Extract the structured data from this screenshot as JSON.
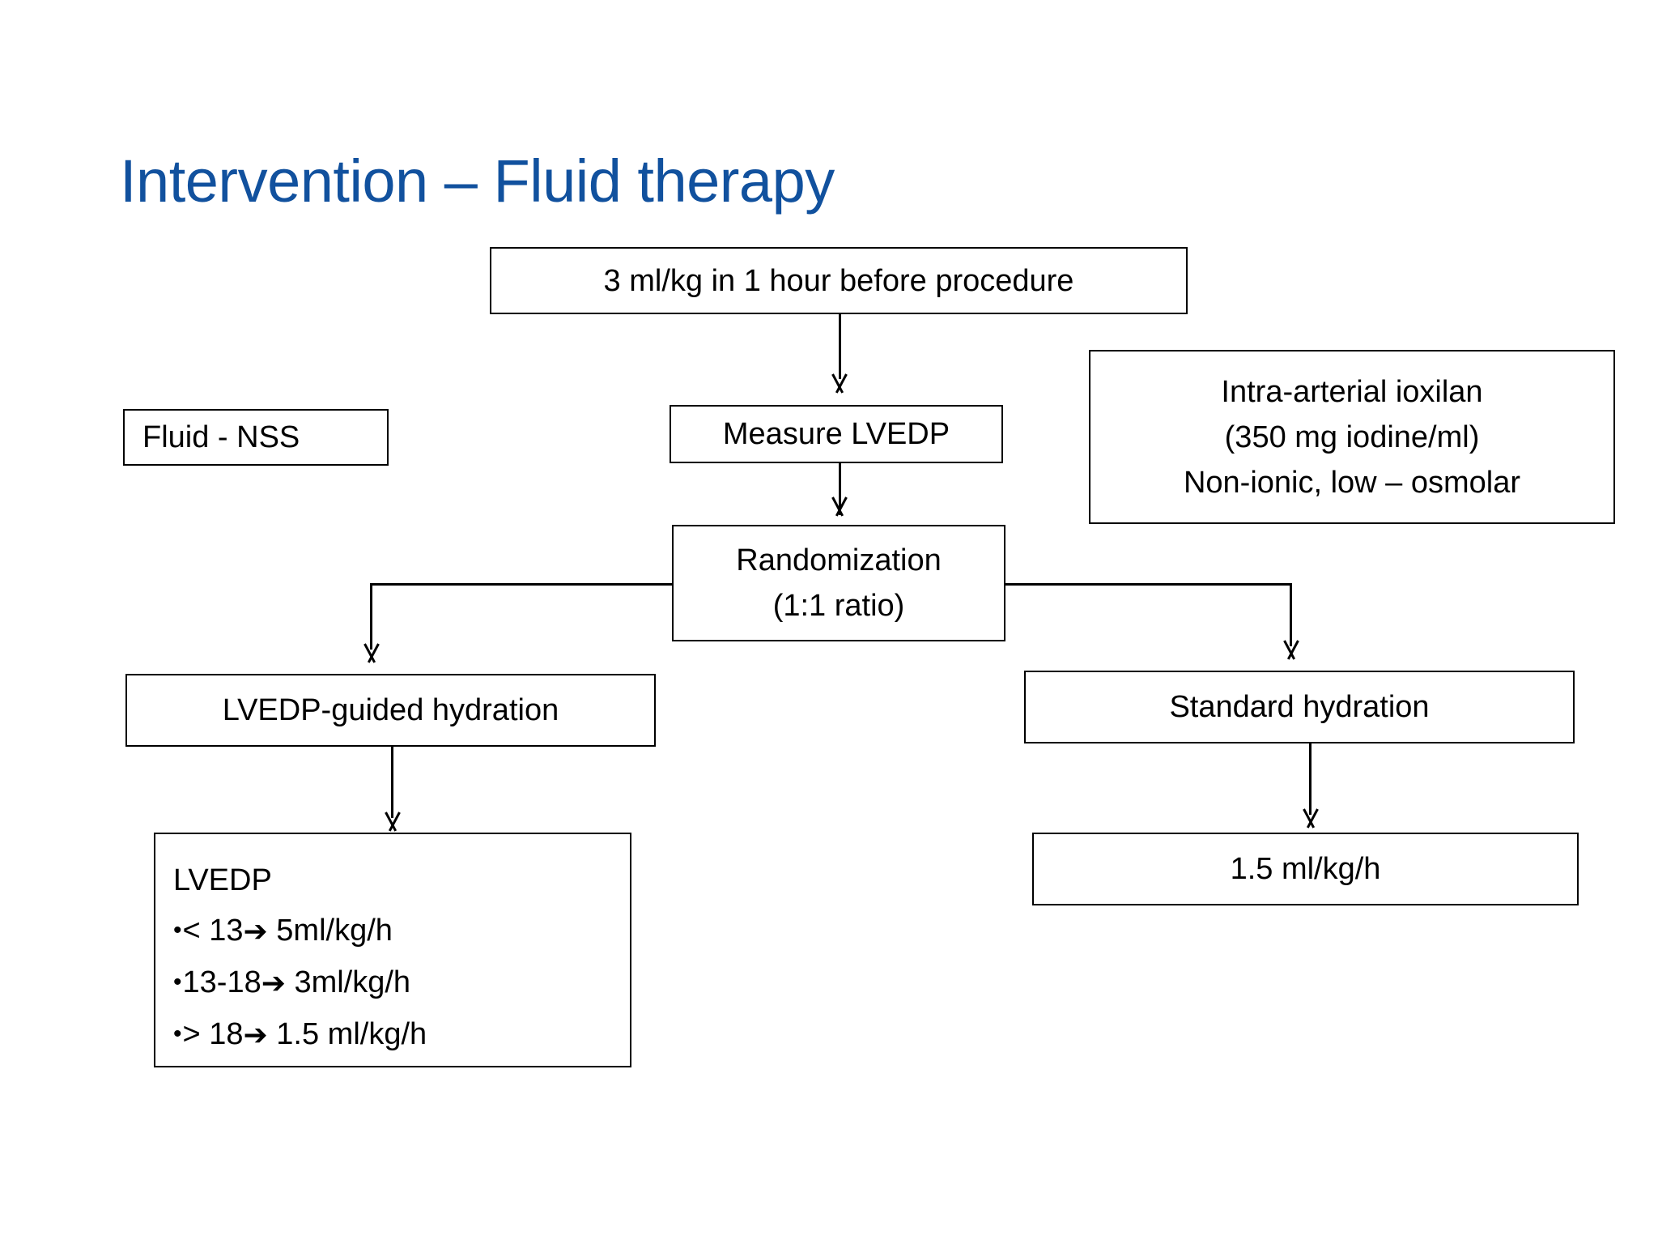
{
  "slide": {
    "title": "Intervention – Fluid therapy",
    "title_color": "#11519E",
    "background_color": "#FFFFFF",
    "line_color": "#000000"
  },
  "flowchart": {
    "type": "flowchart",
    "nodes": {
      "pre_procedure": {
        "label": "3 ml/kg in 1 hour before procedure"
      },
      "fluid_type": {
        "label": "Fluid - NSS"
      },
      "measure_lvedp": {
        "label": "Measure LVEDP"
      },
      "contrast_agent": {
        "line1": "Intra-arterial ioxilan",
        "line2": "(350 mg iodine/ml)",
        "line3": "Non-ionic, low – osmolar"
      },
      "randomization": {
        "line1": "Randomization",
        "line2": "(1:1 ratio)"
      },
      "lvedp_guided": {
        "label": "LVEDP-guided hydration"
      },
      "standard_hydration": {
        "label": "Standard hydration"
      },
      "lvedp_protocol": {
        "heading": "LVEDP",
        "rules": [
          {
            "condition": "< 13",
            "arrow": "➔",
            "rate": "5ml/kg/h"
          },
          {
            "condition": "13-18",
            "arrow": "➔",
            "rate": "3ml/kg/h"
          },
          {
            "condition": "> 18",
            "arrow": "➔",
            "rate": "1.5 ml/kg/h"
          }
        ]
      },
      "standard_rate": {
        "label": "1.5 ml/kg/h"
      }
    },
    "edges": [
      {
        "from": "pre_procedure",
        "to": "measure_lvedp",
        "style": "arrow-down"
      },
      {
        "from": "measure_lvedp",
        "to": "randomization",
        "style": "arrow-down"
      },
      {
        "from": "randomization",
        "to": "lvedp_guided",
        "style": "elbow-left"
      },
      {
        "from": "randomization",
        "to": "standard_hydration",
        "style": "elbow-right"
      },
      {
        "from": "lvedp_guided",
        "to": "lvedp_protocol",
        "style": "arrow-down"
      },
      {
        "from": "standard_hydration",
        "to": "standard_rate",
        "style": "arrow-down"
      }
    ]
  }
}
